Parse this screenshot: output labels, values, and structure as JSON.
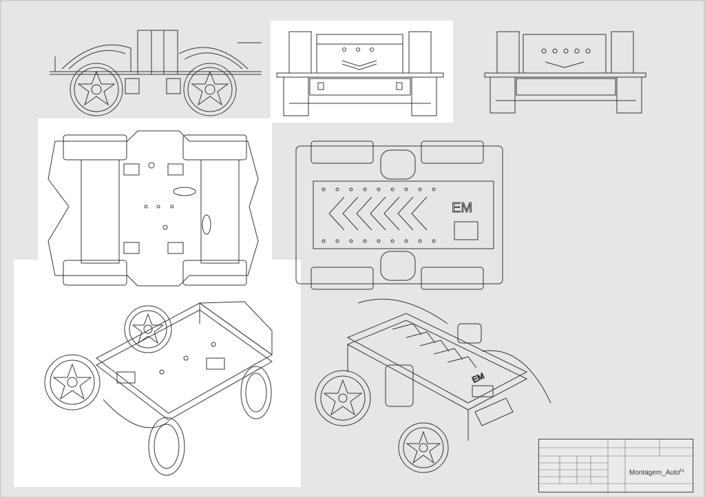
{
  "sheet": {
    "background": "#e6e6e6",
    "line_color": "#333333",
    "white_panel": "#ffffff"
  },
  "views": [
    {
      "id": "side-view",
      "label": ""
    },
    {
      "id": "front-view",
      "label": ""
    },
    {
      "id": "rear-view",
      "label": ""
    },
    {
      "id": "bottom-view",
      "label": ""
    },
    {
      "id": "top-view",
      "label": ""
    },
    {
      "id": "iso-bottom-view",
      "label": ""
    },
    {
      "id": "iso-top-view",
      "label": ""
    }
  ],
  "title_block": {
    "drawing_name": "Montagem_Auto",
    "sheet_size": "A1",
    "logo_text": "EM"
  }
}
